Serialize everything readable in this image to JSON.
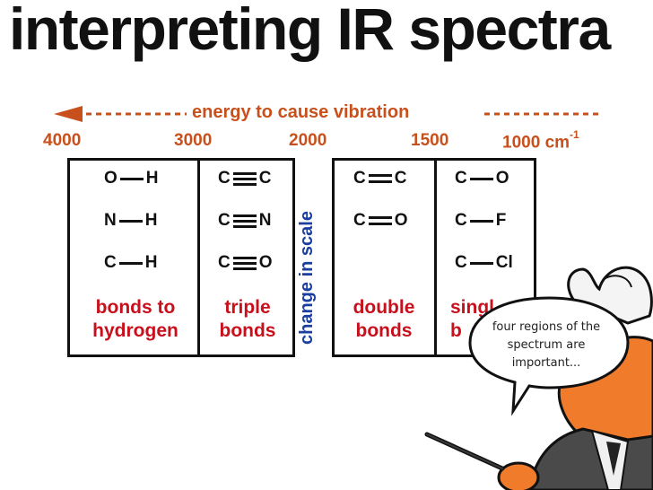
{
  "title": "interpreting IR spectra",
  "arrow_label": "energy to cause vibration",
  "axis_ticks": [
    "4000",
    "3000",
    "2000",
    "1500",
    "1000"
  ],
  "axis_unit": "cm",
  "axis_unit_exp": "-1",
  "scale_note": "change in scale",
  "regions": [
    {
      "bonds": [
        "O",
        "H",
        "N",
        "H",
        "C",
        "H"
      ],
      "label1": "bonds to",
      "label2": "hydrogen"
    },
    {
      "bonds": [
        "C",
        "C",
        "C",
        "N",
        "C",
        "O"
      ],
      "label1": "triple",
      "label2": "bonds"
    },
    {
      "bonds": [
        "C",
        "C",
        "C",
        "O"
      ],
      "label1": "double",
      "label2": "bonds"
    },
    {
      "bonds": [
        "C",
        "O",
        "C",
        "F",
        "C",
        "Cl"
      ],
      "label1": "singl",
      "label2": "b"
    }
  ],
  "speech_bubble": "four regions of the spectrum are important...",
  "colors": {
    "arrow": "#c8501c",
    "category": "#c8101c",
    "scale_note": "#1a3fa0"
  }
}
